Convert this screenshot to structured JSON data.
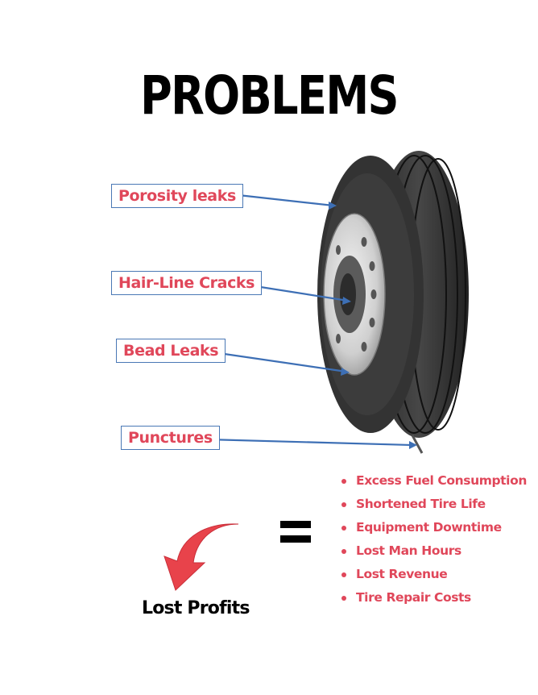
{
  "title": "PROBLEMS",
  "labels": {
    "porosity": "Porosity leaks",
    "hairline": "Hair-Line Cracks",
    "bead": "Bead Leaks",
    "punctures": "Punctures"
  },
  "consequences": [
    "Excess Fuel Consumption",
    "Shortened Tire Life",
    "Equipment Downtime",
    "Lost Man Hours",
    "Lost Revenue",
    "Tire Repair Costs"
  ],
  "result": "Lost Profits",
  "colors": {
    "label_text": "#e0475a",
    "label_border": "#4a78b5",
    "pointer": "#3d6fb5",
    "arrow": "#e8434b"
  },
  "icons": {
    "tire": "tire-illustration",
    "arrow": "curved-arrow-down-left-icon",
    "equals": "equals-sign-icon"
  }
}
